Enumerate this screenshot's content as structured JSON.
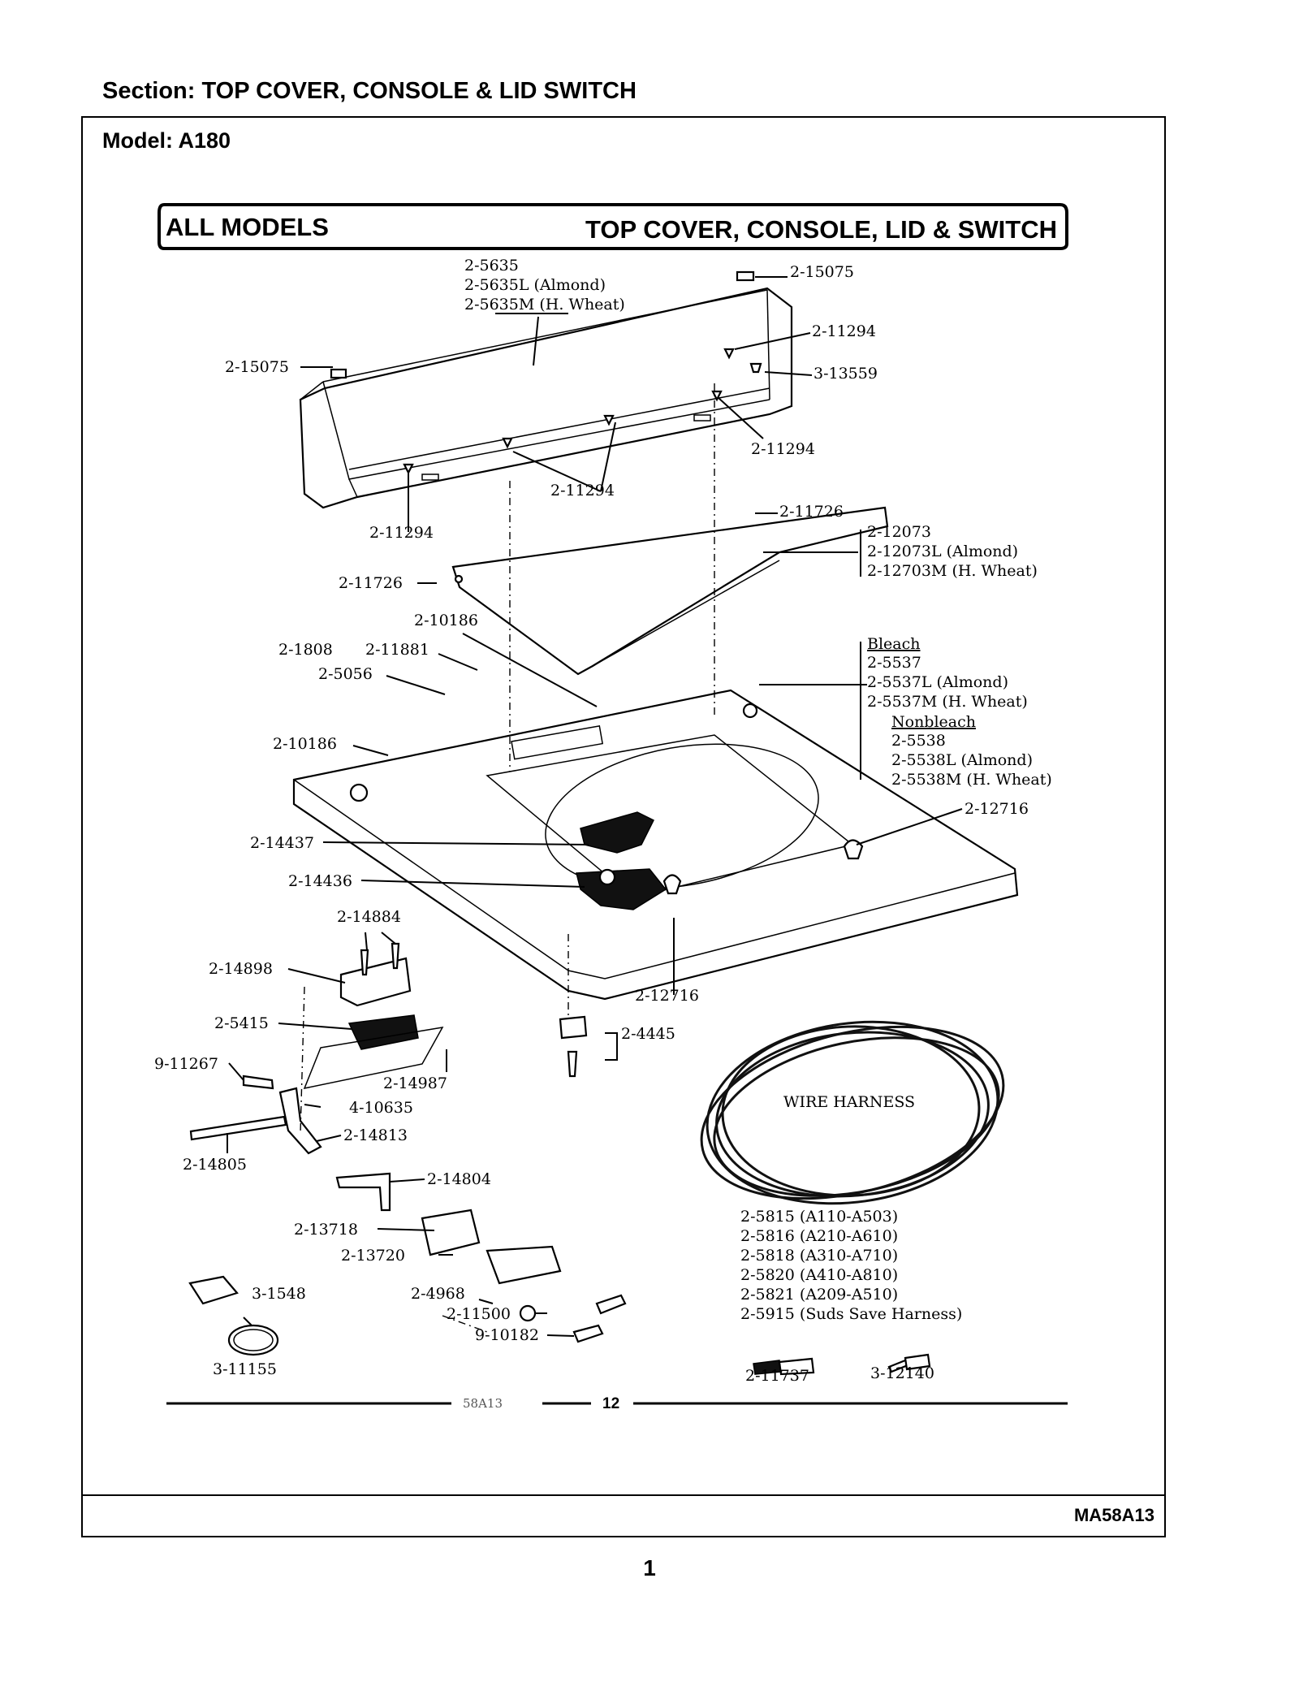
{
  "section": "Section:  TOP COVER, CONSOLE & LID SWITCH",
  "model": "Model:  A180",
  "diagram": {
    "header_left": "ALL MODELS",
    "header_right": "TOP COVER, CONSOLE, LID & SWITCH",
    "labels": {
      "console_1": "2-5635",
      "console_2": "2-5635L (Almond)",
      "console_3": "2-5635M (H. Wheat)",
      "clip_right": "2-15075",
      "clip_left": "2-15075",
      "screw_r1": "2-11294",
      "plug": "3-13559",
      "screw_r2": "2-11294",
      "screw_mid": "2-11294",
      "screw_left": "2-11294",
      "bumper_right": "2-11726",
      "bumper_left": "2-11726",
      "lid_1": "2-12073",
      "lid_2": "2-12073L (Almond)",
      "lid_3": "2-12703M (H. Wheat)",
      "screw_10186_top": "2-10186",
      "clip_1808": "2-1808",
      "part_11881": "2-11881",
      "cord_5056": "2-5056",
      "screw_10186_left": "2-10186",
      "top_bleach_head": "Bleach",
      "top_bleach_1": "2-5537",
      "top_bleach_2": "2-5537L (Almond)",
      "top_bleach_3": "2-5537M (H. Wheat)",
      "top_nonbleach_head": "Nonbleach",
      "top_nonbleach_1": "2-5538",
      "top_nonbleach_2": "2-5538L (Almond)",
      "top_nonbleach_3": "2-5538M (H. Wheat)",
      "bumper_12716_right": "2-12716",
      "dispenser_14437": "2-14437",
      "dispenser_14436": "2-14436",
      "screw_14884": "2-14884",
      "bracket_14898": "2-14898",
      "switch_5415": "2-5415",
      "screw_11267": "9-11267",
      "shield_14987": "2-14987",
      "clip_10635": "4-10635",
      "lever_14813": "2-14813",
      "rod_14805": "2-14805",
      "spring_14804": "2-14804",
      "bumper_12716_bottom": "2-12716",
      "clip_4445": "2-4445",
      "harness_label": "WIRE HARNESS",
      "harness_1": "2-5815 (A110-A503)",
      "harness_2": "2-5816 (A210-A610)",
      "harness_3": "2-5818 (A310-A710)",
      "harness_4": "2-5820 (A410-A810)",
      "harness_5": "2-5821 (A209-A510)",
      "harness_6": "2-5915 (Suds Save Harness)",
      "bracket_13718": "2-13718",
      "spring_13720": "2-13720",
      "clip_1548": "3-1548",
      "block_4968": "2-4968",
      "washer_11500": "2-11500",
      "screw_10182": "9-10182",
      "ring_11155": "3-11155",
      "terminal_11737": "2-11737",
      "terminal_12140": "3-12140"
    },
    "footer_code": "58A13",
    "footer_page": "12"
  },
  "doc_code": "MA58A13",
  "page_number": "1"
}
